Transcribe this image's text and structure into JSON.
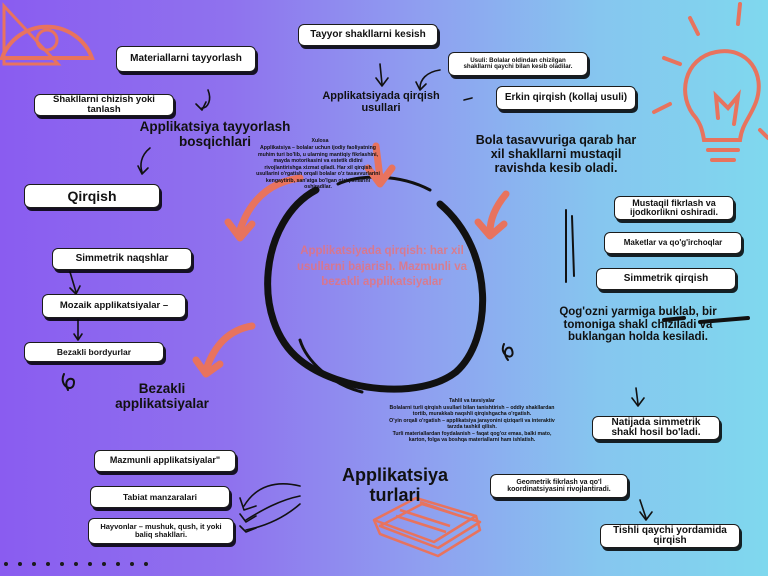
{
  "center": {
    "title": "Applikatsiyada qirqish: har xil usullarni bajarish. Mazmunli va bezakli applikatsiyalar"
  },
  "left": {
    "materials": "Materiallarni tayyorlash",
    "choose": "Shakllarni chizish yoki tanlash",
    "stages": "Applikatsiya tayyorlash bosqichlari",
    "cut": "Qirqish",
    "symmetric_patterns": "Simmetrik naqshlar",
    "mosaic": "Mozaik applikatsiyalar –",
    "borders": "Bezakli bordyurlar",
    "decorative": "Bezakli applikatsiyalar"
  },
  "top": {
    "cut_from_ready": "Tayyor shakllarni kesish",
    "method_note": "Usuli: Bolalar oldindan chizilgan shakllarni qaychi bilan kesib oladilar.",
    "methods": "Applikatsiyada qirqish usullari",
    "free_cut": "Erkin qirqish (kollaj usuli)",
    "child_imagination": "Bola tasavvuriga qarab har xil shakllarni mustaqil ravishda kesib oladi."
  },
  "summary": {
    "heading": "Xulosa",
    "text": "Applikatsiya – bolalar uchun ijodiy faoliyatning muhim turi bo'lib, u ularning mantiqiy fikrlashini, mayda motorikasini va estetik didini rivojlantirishga xizmat qiladi. Har xil qirqish usullarini o'rgatish orqali bolalar o'z tasavvurlarini kengaytirib, san'atga bo'lgan qiziqishlarini oshiradilar."
  },
  "right": {
    "independent": "Mustaqil fikrlash va ijodkorlikni oshiradi.",
    "models": "Maketlar va qo'g'irchoqlar",
    "symmetric_cut": "Simmetrik qirqish",
    "fold": "Qog'ozni yarmiga buklab, bir tomoniga shakl chiziladi va buklangan holda kesiladi.",
    "result": "Natijada simmetrik shakl hosil bo'ladi.",
    "geometric": "Geometrik fikrlash va qo'l koordinatsiyasini rivojlantiradi.",
    "scissors": "Tishli qaychi yordamida qirqish"
  },
  "bottom": {
    "analysis": "Tahlil va tavsiyalar\nBolalarni turli qirqish usullari bilan tanishtirish – oddiy shakllardan tortib, murakkab naqshli qirqishgacha o'rgatish.\nO'yin orqali o'rgatish – applikatsiya jarayonini qiziqarli va interaktiv tarzda tashkil qilish.\nTurli materiallardan foydalanish – faqat qog'oz emas, balki mato, karton, folga va boshqa materiallarni ham ishlatish.",
    "types": "Applikatsiya turlari",
    "meaningful": "Mazmunli applikatsiyalar\"",
    "nature": "Tabiat manzaralari",
    "animals": "Hayvonlar – mushuk, qush, it yoki baliq shakllari."
  },
  "colors": {
    "accent": "#e8735e",
    "ink": "#111111"
  }
}
